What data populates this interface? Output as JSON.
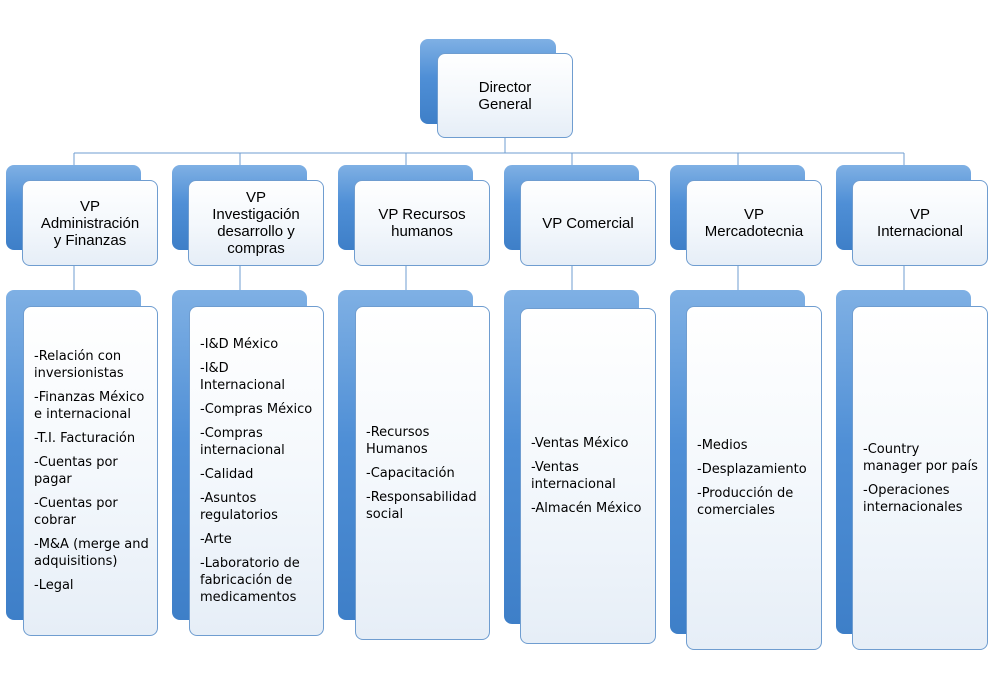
{
  "director": {
    "title": "Director\nGeneral"
  },
  "departments": [
    {
      "title": "VP\nAdministración\ny Finanzas",
      "items": [
        "-Relación con inversionistas",
        "-Finanzas México e internacional",
        "-T.I. Facturación",
        "-Cuentas por pagar",
        "-Cuentas por cobrar",
        "-M&A (merge and adquisitions)",
        "-Legal"
      ]
    },
    {
      "title": "VP\nInvestigación\ndesarrollo y\ncompras",
      "items": [
        "-I&D México",
        "-I&D Internacional",
        "-Compras México",
        "-Compras internacional",
        "-Calidad",
        "-Asuntos regulatorios",
        "-Arte",
        "-Laboratorio de fabricación de medicamentos"
      ]
    },
    {
      "title": "VP Recursos\nhumanos",
      "items": [
        "-Recursos Humanos",
        "-Capacitación",
        "-Responsabilidad social"
      ]
    },
    {
      "title": "VP Comercial",
      "items": [
        "-Ventas México",
        "-Ventas internacional",
        "-Almacén México"
      ]
    },
    {
      "title": "VP\nMercadotecnia",
      "items": [
        "-Medios",
        "-Desplazamiento",
        "-Producción de comerciales"
      ]
    },
    {
      "title": "VP\nInternacional",
      "items": [
        "-Country manager por país",
        "-Operaciones internacionales"
      ]
    }
  ]
}
